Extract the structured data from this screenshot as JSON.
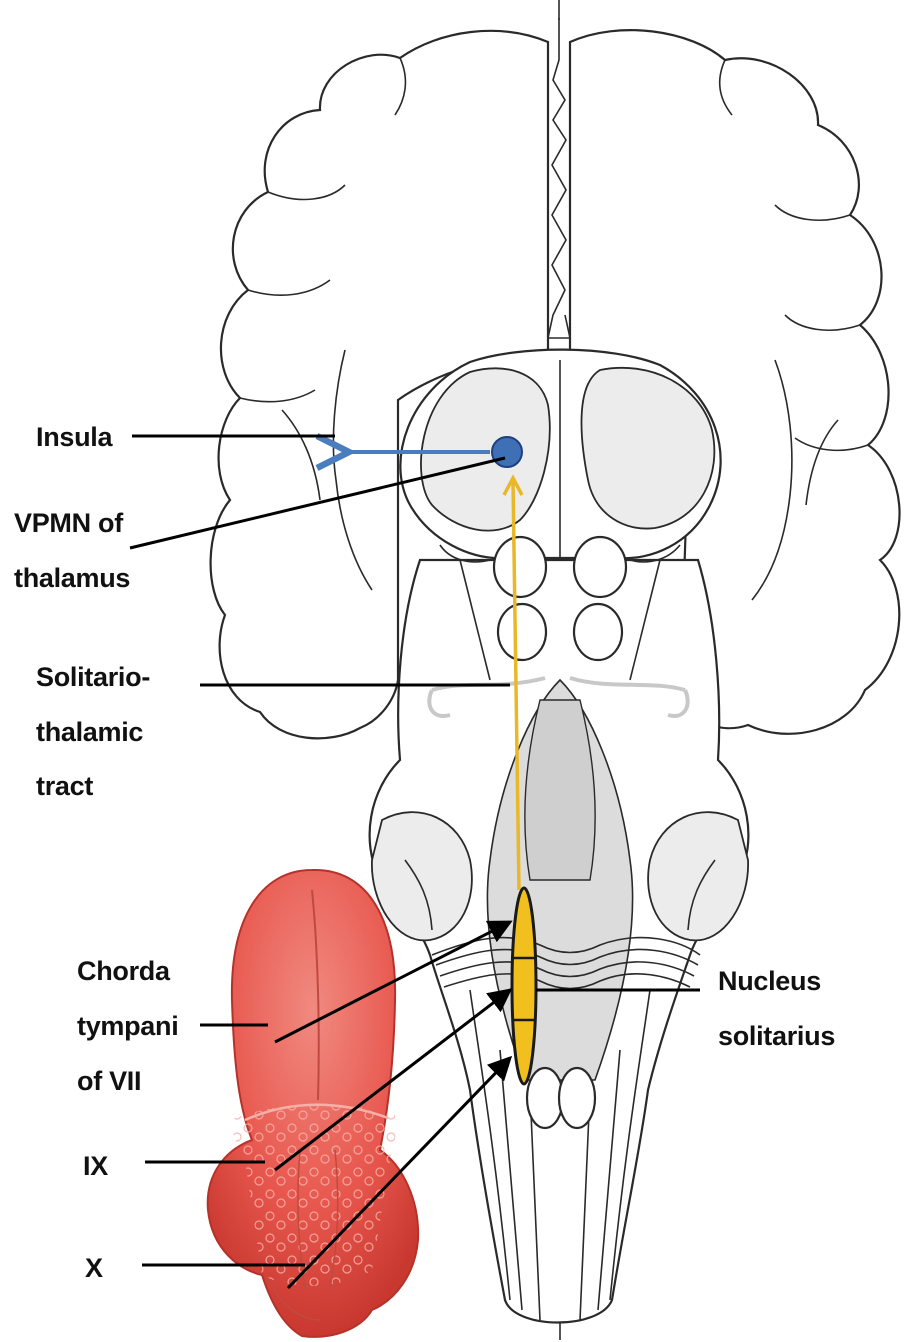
{
  "labels": {
    "insula": "Insula",
    "vpmn_line1": "VPMN of",
    "vpmn_line2": "thalamus",
    "solitario_line1": "Solitario-",
    "solitario_line2": "thalamic",
    "solitario_line3": "tract",
    "chorda_line1": "Chorda",
    "chorda_line2": "tympani",
    "chorda_line3": "of VII",
    "ix": "IX",
    "x": "X",
    "nucleus_line1": "Nucleus",
    "nucleus_line2": "solitarius"
  },
  "colors": {
    "tract": "#e8b828",
    "thalamus_node": "#3f6fb5",
    "projection_arrow": "#4a7cc0",
    "nucleus": "#f2c01e",
    "tongue": "#e8574e",
    "brain_outline": "#2a2a2a"
  }
}
